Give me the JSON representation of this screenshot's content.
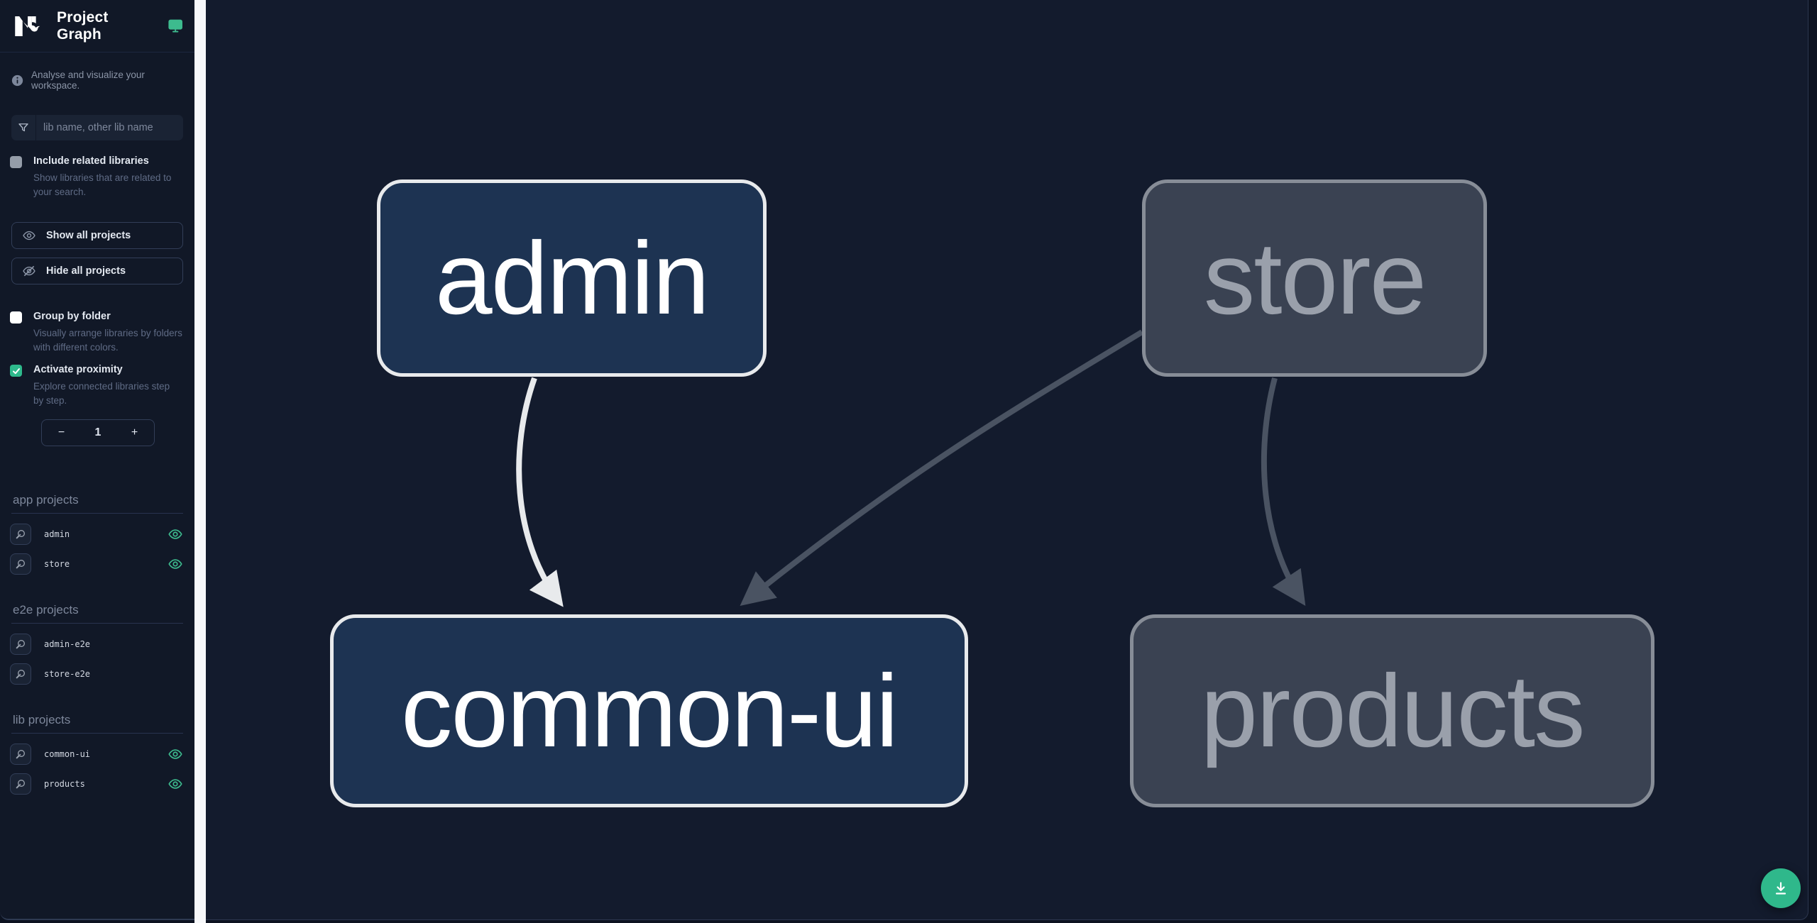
{
  "header": {
    "title": "Project Graph"
  },
  "sidebar": {
    "tagline": "Analyse and visualize your workspace.",
    "filter": {
      "placeholder": "lib name, other lib name"
    },
    "include_related": {
      "label": "Include related libraries",
      "description": "Show libraries that are related to your search.",
      "checked": false
    },
    "actions": {
      "show_all": "Show all projects",
      "hide_all": "Hide all projects"
    },
    "group_by_folder": {
      "label": "Group by folder",
      "description": "Visually arrange libraries by folders with different colors.",
      "checked": false
    },
    "proximity": {
      "label": "Activate proximity",
      "description": "Explore connected libraries step by step.",
      "checked": true,
      "decrement": "−",
      "value": "1",
      "increment": "+"
    },
    "sections": [
      {
        "title": "app projects",
        "items": [
          {
            "name": "admin",
            "visible": true
          },
          {
            "name": "store",
            "visible": true
          }
        ]
      },
      {
        "title": "e2e projects",
        "items": [
          {
            "name": "admin-e2e",
            "visible": false
          },
          {
            "name": "store-e2e",
            "visible": false
          }
        ]
      },
      {
        "title": "lib projects",
        "items": [
          {
            "name": "common-ui",
            "visible": true
          },
          {
            "name": "products",
            "visible": true
          }
        ]
      }
    ]
  },
  "graph": {
    "nodes": [
      {
        "id": "admin",
        "label": "admin",
        "state": "focused"
      },
      {
        "id": "store",
        "label": "store",
        "state": "dimmed"
      },
      {
        "id": "common-ui",
        "label": "common-ui",
        "state": "focused"
      },
      {
        "id": "products",
        "label": "products",
        "state": "dimmed"
      }
    ],
    "edges": [
      {
        "from": "admin",
        "to": "common-ui",
        "state": "focused"
      },
      {
        "from": "store",
        "to": "common-ui",
        "state": "dimmed"
      },
      {
        "from": "store",
        "to": "products",
        "state": "dimmed"
      }
    ]
  },
  "colors": {
    "accent": "#2fb88b",
    "eye_icon": "#3dbb8e",
    "canvas_bg": "#131b2d",
    "sidebar_bg": "#111827",
    "focused_node_bg": "#1d3352",
    "focused_node_border": "#e8eaec",
    "dimmed_node_bg": "#3a4252",
    "dimmed_node_border": "#878d97",
    "edge_focused": "#e8eaec",
    "edge_dimmed": "#4a5362",
    "gutter": "#f7f8fa"
  }
}
